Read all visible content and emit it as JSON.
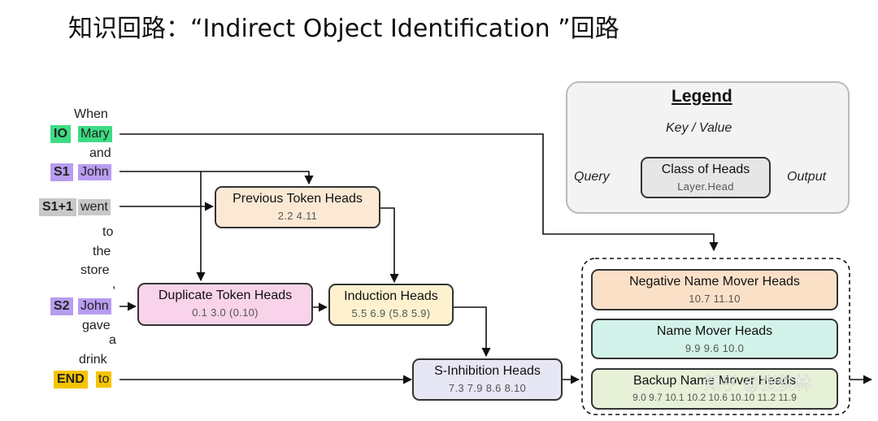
{
  "title": "知识回路：“Indirect Object Identification ”回路",
  "tokens": {
    "when": "When",
    "mary": "Mary",
    "and": "and",
    "john1": "John",
    "went": "went",
    "to1": "to",
    "the": "the",
    "store": "store",
    "comma": ",",
    "john2": "John",
    "gave": "gave",
    "a": "a",
    "drink": "drink",
    "to2": "to"
  },
  "roles": {
    "io": "IO",
    "s1": "S1",
    "s1p1": "S1+1",
    "s2": "S2",
    "end": "END"
  },
  "heads": {
    "previous_token": {
      "label": "Previous Token Heads",
      "ids": "2.2   4.11"
    },
    "duplicate_token": {
      "label": "Duplicate Token Heads",
      "ids": "0.1   3.0   (0.10)"
    },
    "induction": {
      "label": "Induction Heads",
      "ids": "5.5   6.9   (5.8  5.9)"
    },
    "s_inhibition": {
      "label": "S-Inhibition Heads",
      "ids": "7.3   7.9   8.6   8.10"
    },
    "negative_name_mover": {
      "label": "Negative Name Mover Heads",
      "ids": "10.7  11.10"
    },
    "name_mover": {
      "label": "Name Mover Heads",
      "ids": "9.9   9.6   10.0"
    },
    "backup_name_mover": {
      "label": "Backup Name Mover Heads",
      "ids": "9.0  9.7  10.1  10.2  10.6  10.10  11.2  11.9"
    }
  },
  "legend": {
    "title": "Legend",
    "key_value": "Key / Value",
    "query": "Query",
    "output": "Output",
    "box_label": "Class of Heads",
    "box_sub": "Layer.Head"
  },
  "watermark": "知乎 @张俊林",
  "colors": {
    "io_green": "#3ddc84",
    "s_purple": "#b89cf0",
    "s1p1_gray": "#c8c8c8",
    "end_yellow": "#f5c400",
    "previous_token_fill": "#fbe9d4",
    "duplicate_token_fill": "#f8d3ea",
    "induction_fill": "#fdf1cf",
    "s_inhibition_fill": "#e7e6f4",
    "negative_name_mover_fill": "#fbe0c8",
    "name_mover_fill": "#d3f3ea",
    "backup_name_mover_fill": "#e6f1d8"
  }
}
